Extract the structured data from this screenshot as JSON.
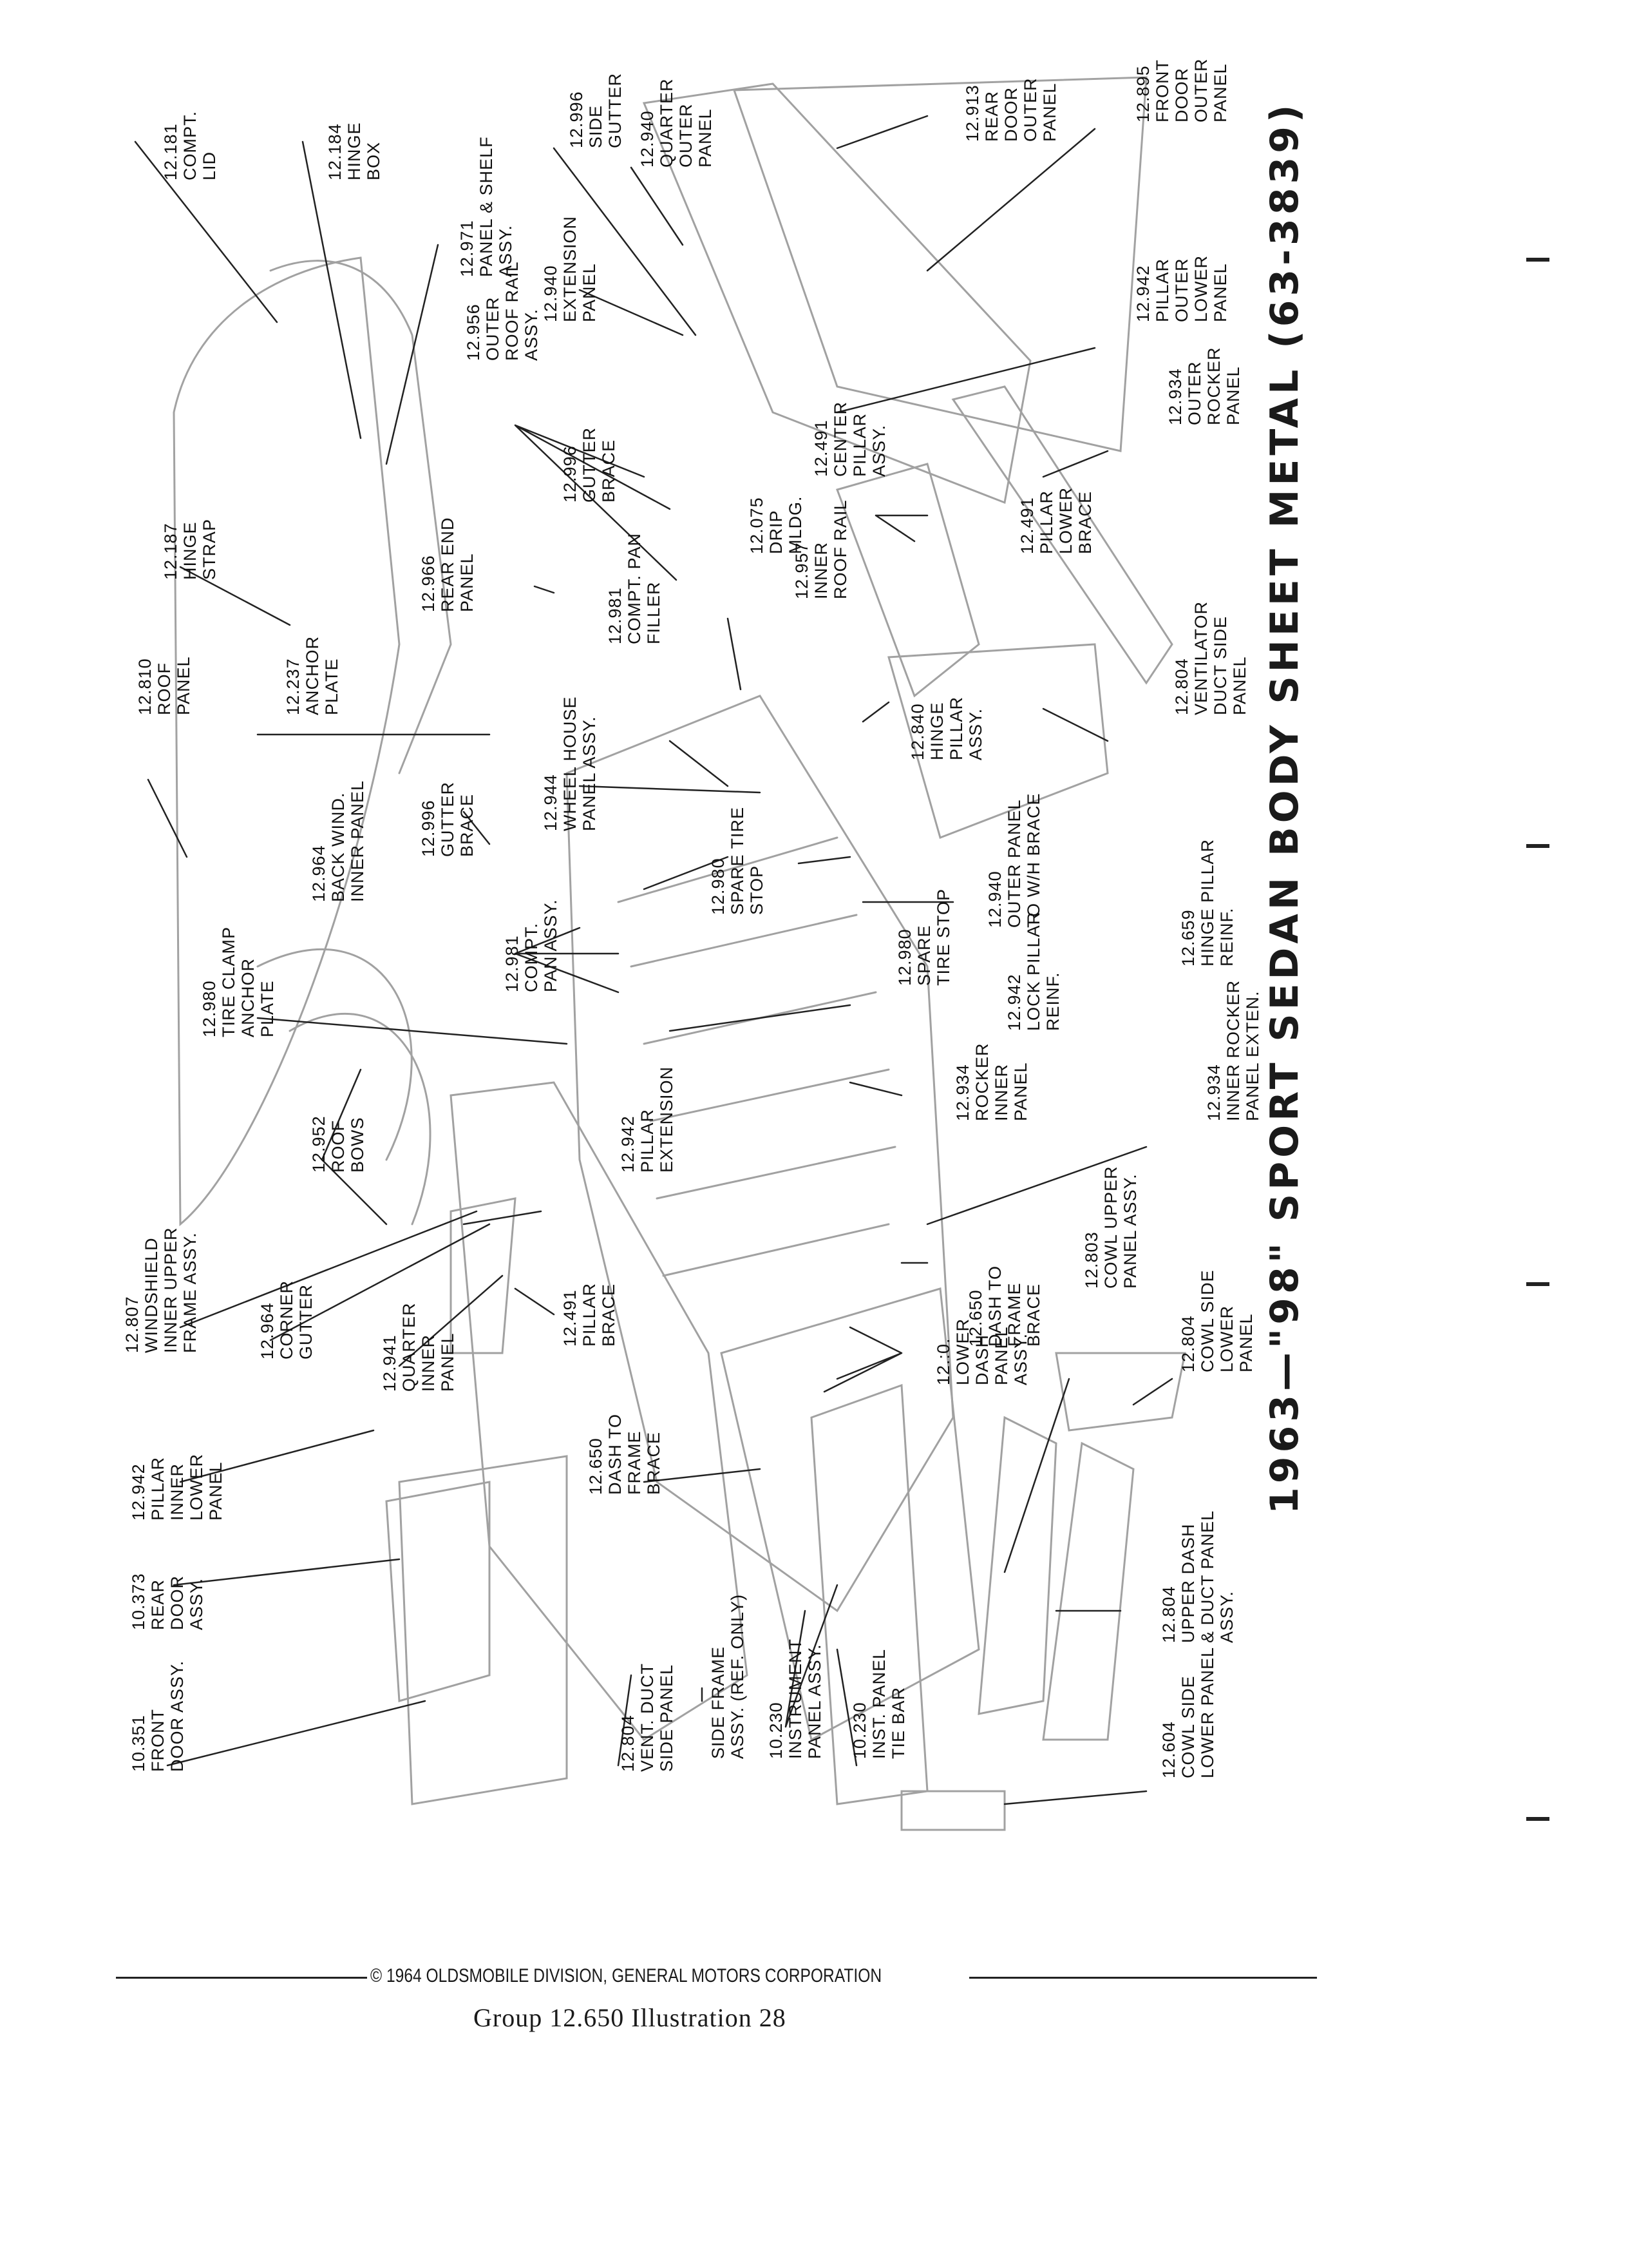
{
  "title": "1963—\"98\" SPORT SEDAN BODY SHEET METAL (63-3839)",
  "copyright": "© 1964 OLDSMOBILE DIVISION, GENERAL MOTORS CORPORATION",
  "caption": "Group 12.650   Illustration 28",
  "labels": [
    {
      "id": "compt-lid",
      "lines": [
        "12.181",
        "COMPT.",
        "LID"
      ]
    },
    {
      "id": "hinge-box",
      "lines": [
        "12.184",
        "HINGE",
        "BOX"
      ]
    },
    {
      "id": "panel-shelf",
      "lines": [
        "12.971",
        "PANEL & SHELF",
        "ASSY."
      ]
    },
    {
      "id": "side-gutter",
      "lines": [
        "12.996",
        "SIDE",
        "GUTTER"
      ]
    },
    {
      "id": "quarter-outer",
      "lines": [
        "12.940",
        "QUARTER",
        "OUTER",
        "PANEL"
      ]
    },
    {
      "id": "rear-door-outer",
      "lines": [
        "12.913",
        "REAR",
        "DOOR",
        "OUTER",
        "PANEL"
      ]
    },
    {
      "id": "front-door-outer",
      "lines": [
        "12.895",
        "FRONT",
        "DOOR",
        "OUTER",
        "PANEL"
      ]
    },
    {
      "id": "extension-panel",
      "lines": [
        "12.940",
        "EXTENSION",
        "PANEL"
      ]
    },
    {
      "id": "pillar-outer-lower",
      "lines": [
        "12.942",
        "PILLAR",
        "OUTER",
        "LOWER",
        "PANEL"
      ]
    },
    {
      "id": "outer-roof-rail",
      "lines": [
        "12.956",
        "OUTER",
        "ROOF RAIL",
        "ASSY."
      ]
    },
    {
      "id": "outer-rocker",
      "lines": [
        "12.934",
        "OUTER",
        "ROCKER",
        "PANEL"
      ]
    },
    {
      "id": "hinge-strap",
      "lines": [
        "12.187",
        "HINGE",
        "STRAP"
      ]
    },
    {
      "id": "rear-end-panel",
      "lines": [
        "12.966",
        "REAR END",
        "PANEL"
      ]
    },
    {
      "id": "gutter-brace-1",
      "lines": [
        "12.996",
        "GUTTER",
        "BRACE"
      ]
    },
    {
      "id": "drip-mldg",
      "lines": [
        "12.075",
        "DRIP",
        "MLDG."
      ]
    },
    {
      "id": "center-pillar",
      "lines": [
        "12.491",
        "CENTER",
        "PILLAR",
        "ASSY."
      ]
    },
    {
      "id": "pillar-lower-brace",
      "lines": [
        "12.491",
        "PILLAR",
        "LOWER",
        "BRACE"
      ]
    },
    {
      "id": "compt-pan-filler",
      "lines": [
        "12.981",
        "COMPT. PAN",
        "FILLER"
      ]
    },
    {
      "id": "inner-roof-rail",
      "lines": [
        "12.957",
        "INNER",
        "ROOF RAIL"
      ]
    },
    {
      "id": "roof-panel",
      "lines": [
        "12.810",
        "ROOF",
        "PANEL"
      ]
    },
    {
      "id": "anchor-plate",
      "lines": [
        "12.237",
        "ANCHOR",
        "PLATE"
      ]
    },
    {
      "id": "hinge-pillar-assy",
      "lines": [
        "12.840",
        "HINGE",
        "PILLAR",
        "ASSY."
      ]
    },
    {
      "id": "ventilator-duct",
      "lines": [
        "12.804",
        "VENTILATOR",
        "DUCT SIDE",
        "PANEL"
      ]
    },
    {
      "id": "back-wind",
      "lines": [
        "12.964",
        "BACK WIND.",
        "INNER PANEL"
      ]
    },
    {
      "id": "gutter-brace-2",
      "lines": [
        "12.996",
        "GUTTER",
        "BRACE"
      ]
    },
    {
      "id": "wheel-house",
      "lines": [
        "12.944",
        "WHEEL HOUSE",
        "PANEL ASSY."
      ]
    },
    {
      "id": "spare-tire-stop-1",
      "lines": [
        "12.980",
        "SPARE TIRE",
        "STOP"
      ]
    },
    {
      "id": "outer-panel-wh",
      "lines": [
        "12.940",
        "OUTER PANEL",
        "TO W/H BRACE"
      ]
    },
    {
      "id": "hinge-pillar-reinf",
      "lines": [
        "12.659",
        "HINGE PILLAR",
        "REINF."
      ]
    },
    {
      "id": "tire-clamp",
      "lines": [
        "12.980",
        "TIRE CLAMP",
        "ANCHOR",
        "PLATE"
      ]
    },
    {
      "id": "compt-pan",
      "lines": [
        "12.981",
        "COMPT.",
        "PAN ASSY."
      ]
    },
    {
      "id": "spare-tire-stop-2",
      "lines": [
        "12.980",
        "SPARE",
        "TIRE STOP"
      ]
    },
    {
      "id": "lock-pillar",
      "lines": [
        "12.942",
        "LOCK PILLAR",
        "REINF."
      ]
    },
    {
      "id": "rocker-inner",
      "lines": [
        "12.934",
        "ROCKER",
        "INNER",
        "PANEL"
      ]
    },
    {
      "id": "inner-rocker-exten",
      "lines": [
        "12.934",
        "INNER ROCKER",
        "PANEL EXTEN."
      ]
    },
    {
      "id": "roof-bows",
      "lines": [
        "12.952",
        "ROOF",
        "BOWS"
      ]
    },
    {
      "id": "pillar-extension",
      "lines": [
        "12.942",
        "PILLAR",
        "EXTENSION"
      ]
    },
    {
      "id": "windshield-frame",
      "lines": [
        "12.807",
        "WINDSHIELD",
        "INNER UPPER",
        "FRAME ASSY."
      ]
    },
    {
      "id": "corner-gutter",
      "lines": [
        "12.964",
        "CORNER",
        "GUTTER"
      ]
    },
    {
      "id": "quarter-inner",
      "lines": [
        "12.941",
        "QUARTER",
        "INNER",
        "PANEL"
      ]
    },
    {
      "id": "pillar-brace",
      "lines": [
        "12.491",
        "PILLAR",
        "BRACE"
      ]
    },
    {
      "id": "dash-frame-brace-1",
      "lines": [
        "12.650",
        "DASH TO",
        "FRAME",
        "BRACE"
      ]
    },
    {
      "id": "lower-dash",
      "lines": [
        "12.:0.",
        "LOWER",
        "DASH",
        "PANEL",
        "ASSY."
      ]
    },
    {
      "id": "cowl-upper",
      "lines": [
        "12.803",
        "COWL UPPER",
        "PANEL ASSY."
      ]
    },
    {
      "id": "cowl-side-lower-1",
      "lines": [
        "12.804",
        "COWL SIDE",
        "LOWER",
        "PANEL"
      ]
    },
    {
      "id": "pillar-inner-lower",
      "lines": [
        "12.942",
        "PILLAR",
        "INNER",
        "LOWER",
        "PANEL"
      ]
    },
    {
      "id": "dash-frame-brace-2",
      "lines": [
        "12.650",
        "DASH TO",
        "FRAME",
        "BRACE"
      ]
    },
    {
      "id": "rear-door-assy",
      "lines": [
        "10.373",
        "REAR",
        "DOOR",
        "ASSY."
      ]
    },
    {
      "id": "front-door-assy",
      "lines": [
        "10.351",
        "FRONT",
        "DOOR ASSY."
      ]
    },
    {
      "id": "vent-duct",
      "lines": [
        "12.804",
        "VENT. DUCT",
        "SIDE PANEL"
      ]
    },
    {
      "id": "side-frame",
      "lines": [
        "SIDE FRAME",
        "ASSY. (REF. ONLY)"
      ]
    },
    {
      "id": "instrument-panel",
      "lines": [
        "10.230",
        "INSTRUMENT",
        "PANEL ASSY."
      ]
    },
    {
      "id": "tie-bar",
      "lines": [
        "10.230",
        "INST. PANEL",
        "TIE BAR"
      ]
    },
    {
      "id": "upper-dash",
      "lines": [
        "12.804",
        "UPPER DASH",
        "& DUCT PANEL",
        "ASSY."
      ]
    },
    {
      "id": "cowl-side-lower-2",
      "lines": [
        "12.604",
        "COWL SIDE",
        "LOWER PANEL"
      ]
    }
  ]
}
